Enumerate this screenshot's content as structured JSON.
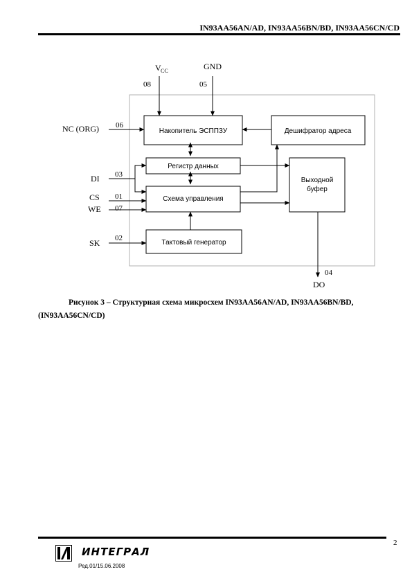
{
  "header": {
    "title": "IN93AA56AN/AD, IN93AA56BN/BD, IN93AA56CN/CD"
  },
  "diagram": {
    "pins": {
      "vcc": {
        "label": "V",
        "sub": "CC",
        "num": "08"
      },
      "gnd": {
        "label": "GND",
        "num": "05"
      },
      "nc": {
        "label": "NC (ORG)",
        "num": "06"
      },
      "di": {
        "label": "DI",
        "num": "03"
      },
      "cs": {
        "label": "CS",
        "num": "01"
      },
      "we": {
        "label": "WE",
        "num": "07"
      },
      "sk": {
        "label": "SK",
        "num": "02"
      },
      "do": {
        "label": "DO",
        "num": "04"
      }
    },
    "blocks": {
      "eeprom": "Накопитель ЭСППЗУ",
      "decoder": "Дешифратор адреса",
      "data_reg": "Регистр данных",
      "control": "Схема управления",
      "clock": "Тактовый генератор",
      "out_buf_1": "Выходной",
      "out_buf_2": "буфер"
    }
  },
  "caption": {
    "line1": "Рисунок 3 – Структурная схема микросхем IN93AA56AN/AD,  IN93AA56BN/BD,",
    "line2": "(IN93AA56CN/CD)"
  },
  "footer": {
    "page": "2",
    "brand": "ИНТЕГРАЛ",
    "revision": "Ред.01/15.06.2008"
  }
}
